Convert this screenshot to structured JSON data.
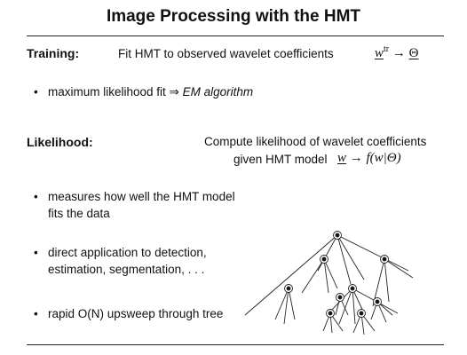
{
  "title": "Image Processing with the HMT",
  "training": {
    "label": "Training:",
    "description": "Fit HMT to observed wavelet coefficients",
    "math_lhs": "w",
    "math_sup": "tr",
    "math_arrow": "→",
    "math_rhs": "Θ",
    "bullet_text": "maximum likelihood fit ⇒ ",
    "bullet_emph": "EM algorithm"
  },
  "likelihood": {
    "label": "Likelihood:",
    "description_line1": "Compute likelihood of wavelet coefficients",
    "description_line2": "given HMT model",
    "math_lhs": "w",
    "math_arrow": "→",
    "math_rhs": "f(w|Θ)",
    "bullets": [
      "measures how well the HMT model fits the data",
      "direct application to detection, estimation, segmentation, . . .",
      "rapid O(N) upsweep through tree"
    ]
  },
  "bullet_symbol": "•"
}
